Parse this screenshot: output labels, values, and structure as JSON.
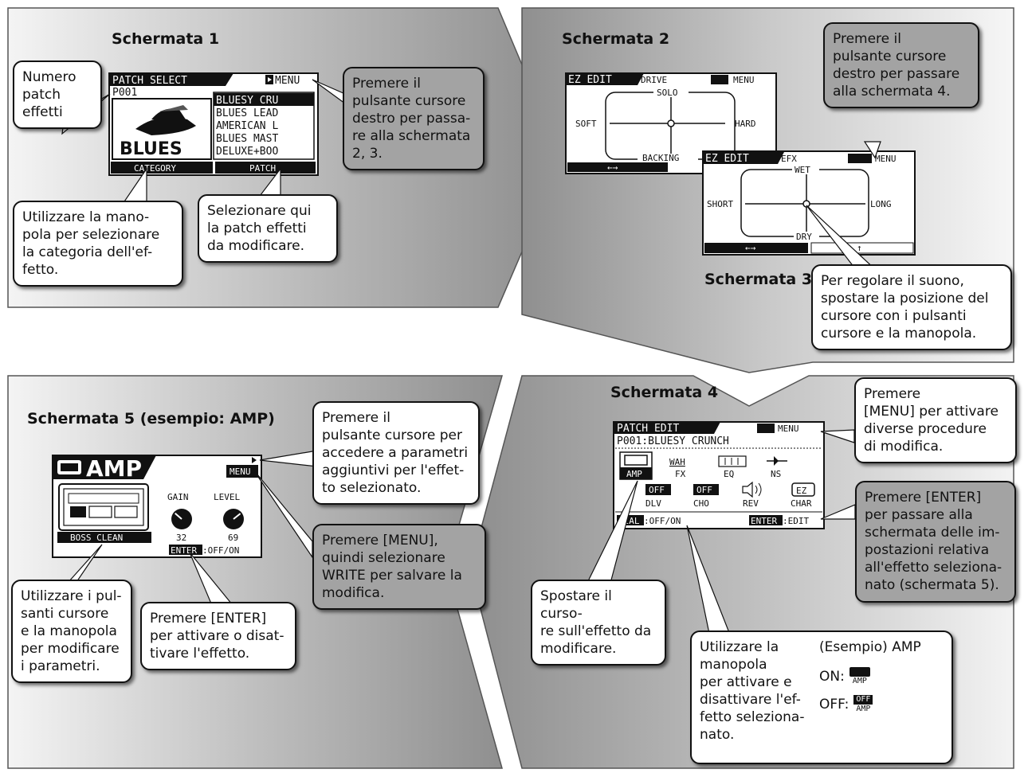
{
  "panels": {
    "s1": {
      "title": "Schermata 1"
    },
    "s2": {
      "title": "Schermata 2"
    },
    "s3": {
      "title": "Schermata 3"
    },
    "s4": {
      "title": "Schermata 4"
    },
    "s5": {
      "title": "Schermata 5 (esempio: AMP)"
    }
  },
  "lcd1": {
    "header": "PATCH SELECT",
    "menu": "MENU",
    "patch_no": "P001",
    "art_label": "BLUES",
    "list": [
      "BLUESY CRU",
      "BLUES LEAD",
      "AMERICAN L",
      "BLUES MAST",
      "DELUXE+BOO"
    ],
    "footer_left": "CATEGORY",
    "footer_right": "PATCH"
  },
  "lcd2": {
    "header": "EZ EDIT",
    "mode": "DRIVE",
    "menu": "MENU",
    "top": "SOLO",
    "left": "SOFT",
    "right": "HARD",
    "bottom": "BACKING",
    "footer_arrow": "←→"
  },
  "lcd3": {
    "header": "EZ EDIT",
    "mode": "EFX",
    "menu": "MENU",
    "top": "WET",
    "left": "SHORT",
    "right": "LONG",
    "bottom": "DRY",
    "footer_left": "←→",
    "footer_right": "↑"
  },
  "lcd4": {
    "header": "PATCH EDIT",
    "menu": "MENU",
    "patch": "P001:BLUESY CRUNCH",
    "row1": [
      "AMP",
      "FX",
      "EQ",
      "NS"
    ],
    "row1_icons": [
      "",
      "WAH",
      "",
      ""
    ],
    "row2_status": [
      "OFF",
      "OFF",
      "",
      "EZ"
    ],
    "row2": [
      "DLV",
      "CHO",
      "REV",
      "CHAR"
    ],
    "footer_left_key": "DIAL",
    "footer_left": ":OFF/ON",
    "footer_right_key": "ENTER",
    "footer_right": ":EDIT"
  },
  "lcd5": {
    "header": "AMP",
    "menu": "MENU",
    "amp_label": "BOSS CLEAN",
    "knob1_label": "GAIN",
    "knob1_value": "32",
    "knob1_level": 0.32,
    "knob2_label": "LEVEL",
    "knob2_value": "69",
    "knob2_level": 0.69,
    "footer_key": "ENTER",
    "footer": ":OFF/ON"
  },
  "callouts": {
    "c1": [
      "Numero",
      "patch",
      "effetti"
    ],
    "c2": [
      "Premere il",
      "pulsante cursore",
      "destro per passa-",
      "re alla schermata",
      "2, 3."
    ],
    "c3": [
      "Utilizzare la mano-",
      "pola per selezionare",
      "la categoria dell'ef-",
      "fetto."
    ],
    "c4": [
      "Selezionare qui",
      "la patch effetti",
      "da modificare."
    ],
    "c5": [
      "Premere il",
      "pulsante cursore",
      "destro per passare",
      "alla schermata 4."
    ],
    "c6": [
      "Per regolare il suono,",
      "spostare la posizione del",
      "cursore con i pulsanti",
      "cursore e la manopola."
    ],
    "c7": [
      "Premere il",
      "pulsante cursore per",
      "accedere a parametri",
      "aggiuntivi per l'effet-",
      "to selezionato."
    ],
    "c8": [
      "Premere [MENU],",
      "quindi selezionare",
      "WRITE per salvare la",
      "modifica."
    ],
    "c9": [
      "Utilizzare i pul-",
      "santi cursore",
      "e la manopola",
      "per modificare",
      "i parametri."
    ],
    "c10": [
      "Premere [ENTER]",
      "per attivare o disat-",
      "tivare l'effetto."
    ],
    "c11": [
      "Premere",
      "[MENU] per attivare",
      "diverse procedure",
      "di modifica."
    ],
    "c12": [
      "Premere [ENTER]",
      "per passare alla",
      "schermata delle im-",
      "postazioni relativa",
      "all'effetto seleziona-",
      "nato (schermata 5)."
    ],
    "c13": [
      "Spostare il curso-",
      "re sull'effetto da",
      "modificare."
    ],
    "c14": [
      "Utilizzare la",
      "manopola",
      "per attivare e",
      "disattivare l'ef-",
      "fetto seleziona-",
      "nato."
    ]
  },
  "example": {
    "title": "(Esempio) AMP",
    "on_label": "ON:",
    "off_label": "OFF:",
    "icon_text": "AMP",
    "off_icon_text": "OFF"
  },
  "colors": {
    "panel_gray": "#9a9a9a",
    "callout_gray": "#a3a3a3",
    "lcd_bg": "#ffffff",
    "lcd_ink": "#111111"
  }
}
